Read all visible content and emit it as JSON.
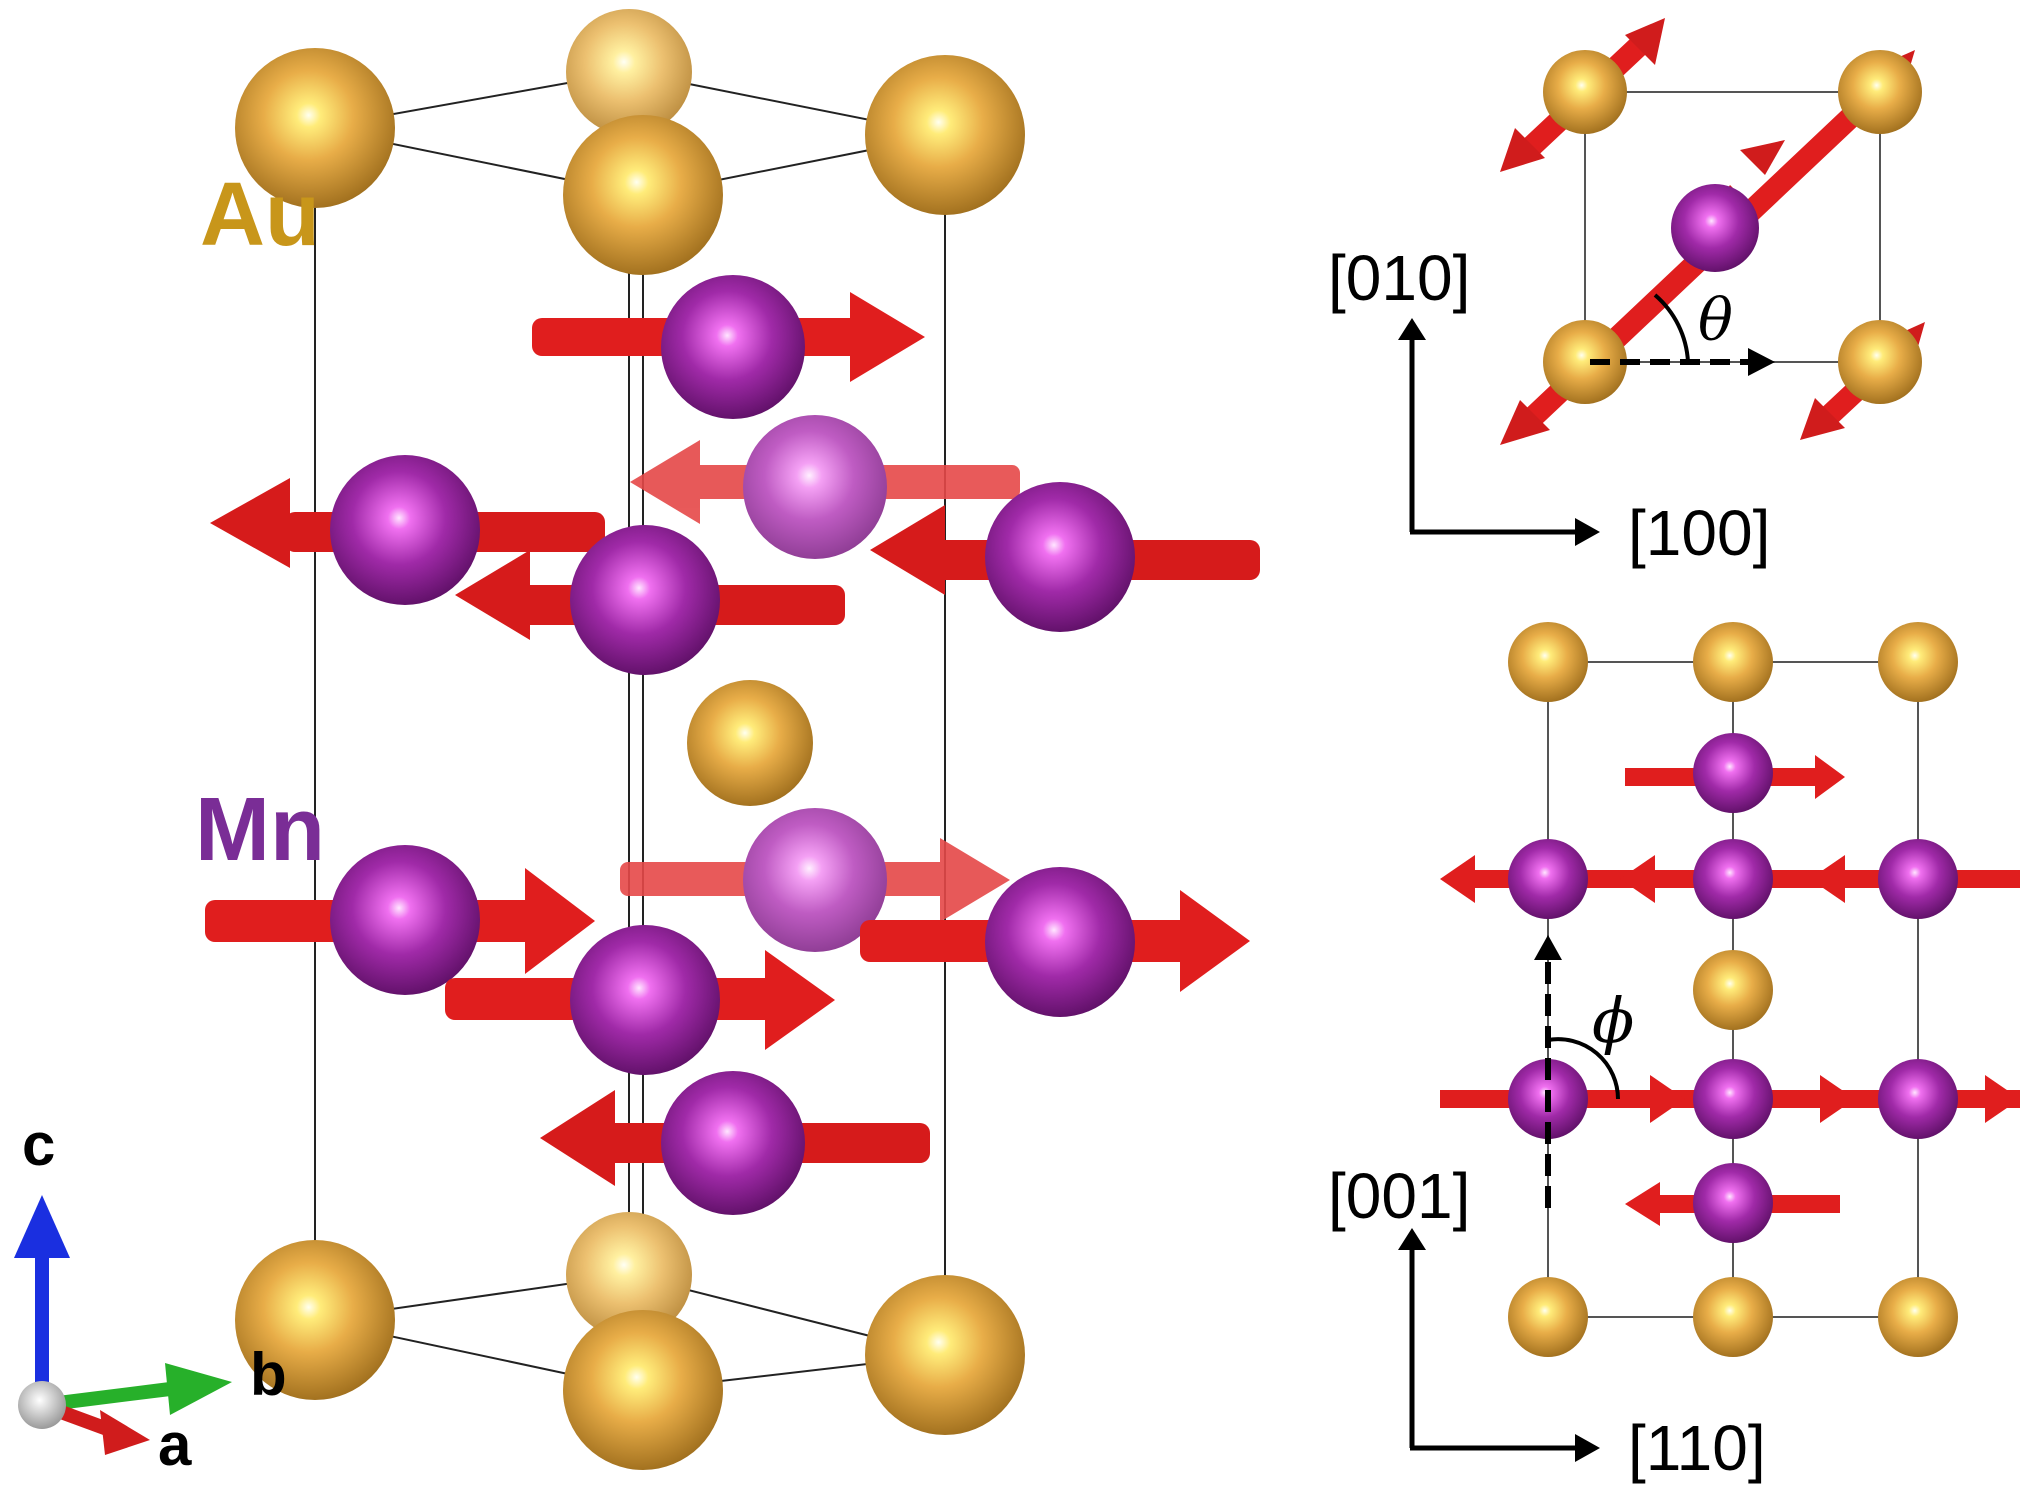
{
  "labels": {
    "au": "Au",
    "mn": "Mn",
    "axis_c": "c",
    "axis_b": "b",
    "axis_a": "a",
    "dir_010": "[010]",
    "dir_100": "[100]",
    "dir_001": "[001]",
    "dir_110": "[110]",
    "theta": "θ",
    "phi": "ϕ"
  },
  "colors": {
    "au": "#e0a94a",
    "au_text": "#c8961a",
    "mn": "#9b2fa6",
    "mn_text": "#7a2d96",
    "arrow": "#e01e1e",
    "axis_c": "#1a2fe0",
    "axis_b": "#27b02a",
    "axis_a": "#d01c1c"
  },
  "icons": {
    "au_atom": "gold-sphere",
    "mn_atom": "purple-sphere",
    "moment": "red-arrow"
  }
}
